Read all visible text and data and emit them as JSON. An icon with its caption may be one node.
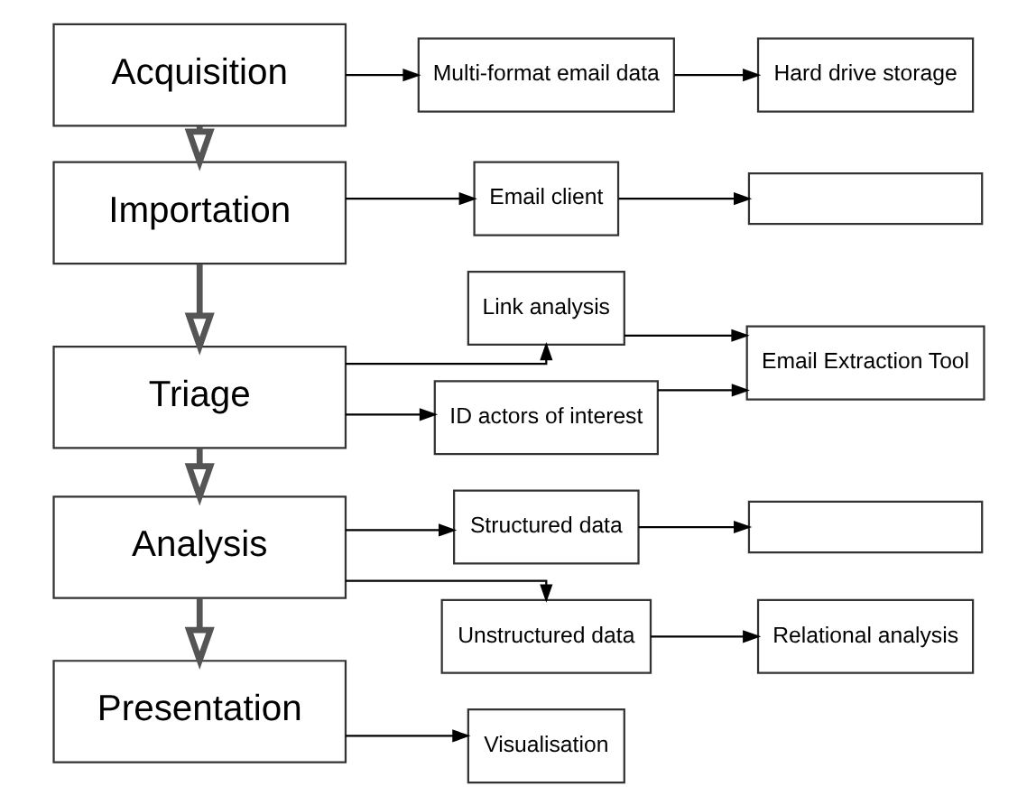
{
  "diagram": {
    "nodes": [
      {
        "text": [
          "Acquisition"
        ]
      },
      {
        "text": [
          "Multi-format email data"
        ]
      },
      {
        "text": [
          "Hard drive storage"
        ]
      },
      {
        "text": [
          "Importation"
        ]
      },
      {
        "text": [
          "Email client"
        ]
      },
      {
        "text": [],
        "shape": "box"
      },
      {
        "text": [
          "Triage"
        ]
      },
      {
        "text": [
          "Link analysis"
        ]
      },
      {
        "text": [
          "ID actors of interest"
        ]
      },
      {
        "text": [
          "Email Extraction Tool"
        ]
      },
      {
        "text": [
          "Analysis"
        ]
      },
      {
        "text": [
          "Structured data"
        ]
      },
      {
        "text": [],
        "shape": "box"
      },
      {
        "text": [
          "Unstructured data"
        ]
      },
      {
        "text": [
          "Relational analysis"
        ]
      },
      {
        "text": [
          "Presentation"
        ]
      },
      {
        "text": [
          "Visualisation"
        ]
      }
    ],
    "edges": [
      {
        "from": 0,
        "to": 1,
        "arrow": "to"
      },
      {
        "from": 1,
        "to": 2,
        "arrow": "to"
      },
      {
        "from": 0,
        "to": 3,
        "arrow": "to",
        "style": "thick"
      },
      {
        "from": 3,
        "to": 4,
        "arrow": "to"
      },
      {
        "from": 4,
        "to": 5,
        "arrow": "to"
      },
      {
        "from": 3,
        "to": 6,
        "arrow": "to",
        "style": "thick"
      },
      {
        "from": 6,
        "to": 7,
        "arrow": "to"
      },
      {
        "from": 6,
        "to": 8,
        "arrow": "to"
      },
      {
        "from": 7,
        "to": 9,
        "arrow": "to"
      },
      {
        "from": 8,
        "to": 9,
        "arrow": "to"
      },
      {
        "from": 6,
        "to": 10,
        "arrow": "to",
        "style": "thick"
      },
      {
        "from": 10,
        "to": 11,
        "arrow": "to"
      },
      {
        "from": 10,
        "to": 13,
        "arrow": "to"
      },
      {
        "from": 11,
        "to": 12,
        "arrow": "to"
      },
      {
        "from": 13,
        "to": 14,
        "arrow": "to"
      },
      {
        "from": 10,
        "to": 15,
        "arrow": "to",
        "style": "thick"
      },
      {
        "from": 15,
        "to": 16,
        "arrow": "to"
      }
    ]
  }
}
